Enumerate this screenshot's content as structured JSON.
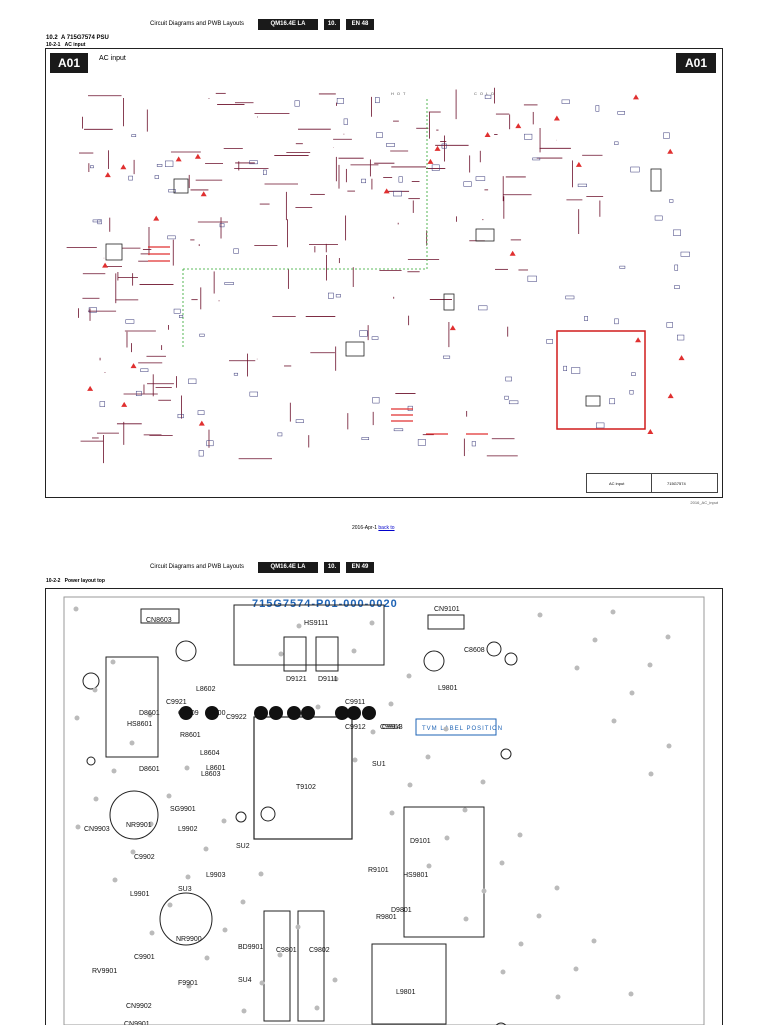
{
  "pages": [
    {
      "caption": "Circuit Diagrams and PWB Layouts",
      "model": "QM16.4E LA",
      "section_no": "10.",
      "page_no": "EN 48"
    },
    {
      "caption": "Circuit Diagrams and PWB Layouts",
      "model": "QM16.4E LA",
      "section_no": "10.",
      "page_no": "EN 49"
    }
  ],
  "section": {
    "number": "10.2",
    "title": "A 715G7574 PSU"
  },
  "subsections": [
    {
      "number": "10-2-1",
      "title": "AC input"
    },
    {
      "number": "10-2-2",
      "title": "Power layout top"
    }
  ],
  "schematic": {
    "tag": "A01",
    "tag_right": "A01",
    "title": "AC input",
    "hot_label": "HOT",
    "cold_label": "COLD",
    "title_block": {
      "name": "AC input",
      "code": "715G7574"
    },
    "footer_code": "2016_AC_input"
  },
  "date_line": {
    "prefix": "2016-Apr-1",
    "link": "back to"
  },
  "layout": {
    "board_title": "715G7574-P01-000-0020",
    "tvm_label": "TVM LABEL POSITION",
    "components": [
      "CN8603",
      "CN9101",
      "HS9111",
      "D9121",
      "D9111",
      "L8602",
      "L9801",
      "D8601",
      "HS8601",
      "D8601",
      "R8601",
      "L8604",
      "L8601",
      "L8603",
      "T9102",
      "CN9903",
      "NR9901",
      "L9902",
      "C9902",
      "L9903",
      "SG9901",
      "L9901",
      "RV9901",
      "C9901",
      "NR9900",
      "BD9901",
      "F9901",
      "CN9902",
      "CN9901",
      "C9801",
      "C9802",
      "L9801",
      "HS9801",
      "D9101",
      "R9101",
      "D9801",
      "R9801",
      "SU2",
      "SU3",
      "SU4",
      "SU1",
      "C9921",
      "C9922",
      "C9911",
      "C9912",
      "C9913",
      "C9914",
      "C8608",
      "C8609",
      "L9900"
    ]
  }
}
